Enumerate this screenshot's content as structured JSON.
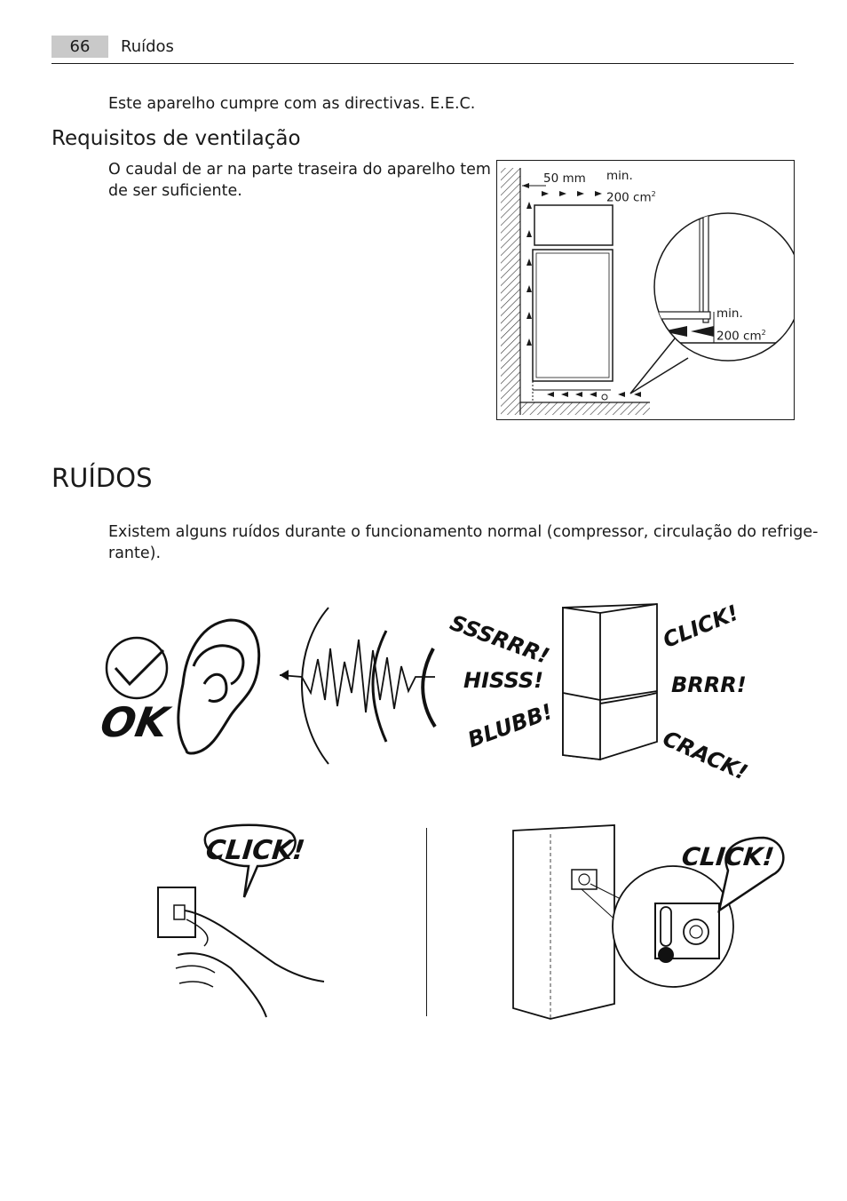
{
  "header": {
    "page_number": "66",
    "section": "Ruídos"
  },
  "intro_text": "Este aparelho cumpre com as directivas. E.E.C.",
  "ventilation": {
    "heading": "Requisitos de ventilação",
    "body_line1": "O caudal de ar na parte traseira do aparelho tem",
    "body_line2": "de ser suficiente.",
    "diagram": {
      "gap_label": "50 mm",
      "top_min": "min.",
      "top_area": "200 cm",
      "bottom_min": "min.",
      "bottom_area": "200 cm",
      "sup": "2"
    }
  },
  "noises": {
    "heading": "RUÍDOS",
    "body_line1": "Existem alguns ruídos durante o funcionamento normal (compressor, circulação do refrige-",
    "body_line2": "rante).",
    "ok_label": "OK",
    "sounds": [
      "SSSRRR!",
      "HISSS!",
      "BLUBB!",
      "CLICK!",
      "BRRR!",
      "CRACK!"
    ],
    "switch_click": "CLICK!",
    "thermostat_click": "CLICK!"
  }
}
